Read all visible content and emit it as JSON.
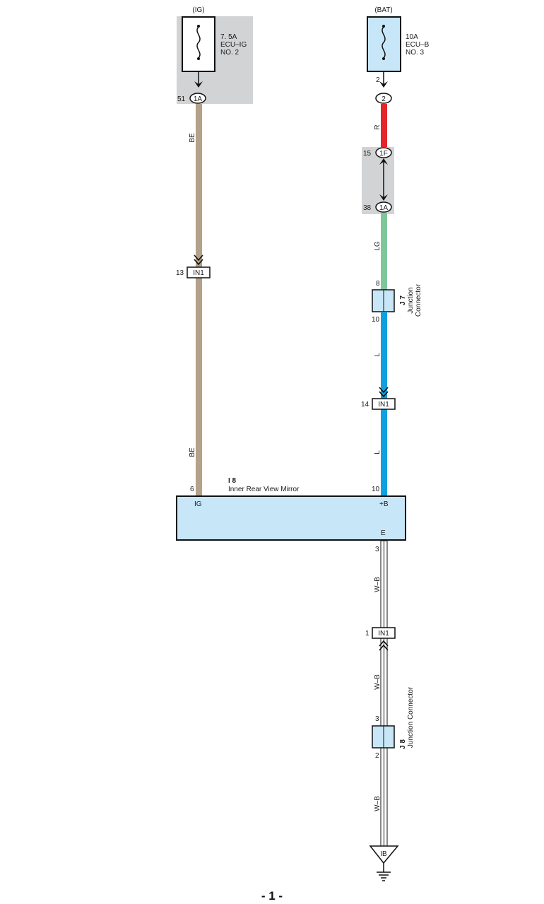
{
  "power_sources": {
    "ig": {
      "source_label": "(IG)",
      "fuse_line1": "7. 5A",
      "fuse_line2": "ECU–IG",
      "fuse_line3": "NO. 2",
      "connector_pin": "51",
      "connector_id": "1A"
    },
    "bat": {
      "source_label": "(BAT)",
      "fuse_line1": "10A",
      "fuse_line2": "ECU–B",
      "fuse_line3": "NO. 3",
      "fuse_pin": "2",
      "connector_id": "2"
    }
  },
  "wires": {
    "be": "BE",
    "r": "R",
    "lg": "LG",
    "l": "L",
    "wb": "W–B"
  },
  "colors": {
    "beige": "#b3a18a",
    "red": "#e2262b",
    "light_green": "#7fc79a",
    "blue": "#10a0e0",
    "component_fill": "#c7e7f8",
    "gray_box": "#d2d3d5"
  },
  "connectors": {
    "c1f": {
      "pin": "15",
      "id": "1F"
    },
    "c1a_lower": {
      "pin": "38",
      "id": "1A"
    },
    "in1_left": {
      "pin": "13",
      "id": "IN1"
    },
    "in1_right": {
      "pin": "14",
      "id": "IN1"
    },
    "in1_ground": {
      "pin": "1",
      "id": "IN1"
    }
  },
  "junction_j7": {
    "code": "J 7",
    "name_line1": "Junction",
    "name_line2": "Connector",
    "pin_top": "8",
    "pin_bottom": "10"
  },
  "junction_j8": {
    "code": "J 8",
    "name": "Junction Connector",
    "pin_top": "3",
    "pin_bottom": "2"
  },
  "mirror": {
    "code": "I 8",
    "name": "Inner Rear View Mirror",
    "pin_ig": "6",
    "terminal_ig": "IG",
    "pin_b": "10",
    "terminal_b": "+B",
    "terminal_e": "E",
    "pin_e": "3"
  },
  "ground": {
    "label": "IB"
  },
  "page": {
    "number": "- 1 -"
  }
}
